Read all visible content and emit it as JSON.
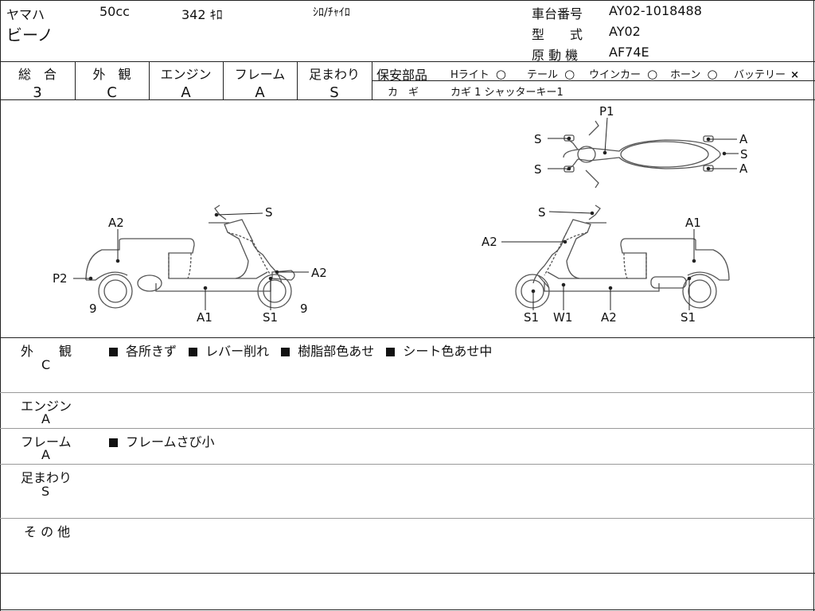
{
  "header": {
    "maker": "ヤマハ",
    "cc": "50cc",
    "mileage": "342 ｷﾛ",
    "color": "ｼﾛ/ﾁｬｲﾛ",
    "model_name": "ビーノ",
    "frame_no_label": "車台番号",
    "frame_no": "AY02-1018488",
    "type_label": "型　　式",
    "type_value": "AY02",
    "engine_label": "原 動 機",
    "engine_value": "AF74E"
  },
  "grades": [
    {
      "label": "総　合",
      "value": "3"
    },
    {
      "label": "外　観",
      "value": "C"
    },
    {
      "label": "エンジン",
      "value": "A"
    },
    {
      "label": "フレーム",
      "value": "A"
    },
    {
      "label": "足まわり",
      "value": "S"
    }
  ],
  "safety": {
    "title": "保安部品",
    "items": [
      {
        "name": "Hライト",
        "status": "○"
      },
      {
        "name": "テール",
        "status": "○"
      },
      {
        "name": "ウインカー",
        "status": "○"
      },
      {
        "name": "ホーン",
        "status": "○"
      },
      {
        "name": "バッテリー",
        "status": "×"
      }
    ],
    "key_label": "カ　ギ",
    "key_value": "カギ 1  シャッターキー1"
  },
  "diagram": {
    "left_labels": {
      "a2": "A2",
      "s": "S",
      "p2": "P2",
      "a2b": "A2",
      "nine1": "9",
      "a1": "A1",
      "s1": "S1",
      "nine2": "9"
    },
    "right_labels": {
      "s": "S",
      "a1": "A1",
      "a2": "A2",
      "s1": "S1",
      "w1": "W1",
      "a2b": "A2",
      "s1b": "S1"
    },
    "top_labels": {
      "p1": "P1",
      "s1": "S",
      "s2": "S",
      "a1": "A",
      "s3": "S",
      "a2": "A"
    }
  },
  "remarks": [
    {
      "label": "外　　観",
      "grade": "C",
      "items": [
        "各所きず",
        "レバー削れ",
        "樹脂部色あせ",
        "シート色あせ中"
      ]
    },
    {
      "label": "エンジン",
      "grade": "A",
      "items": []
    },
    {
      "label": "フレーム",
      "grade": "A",
      "items": [
        "フレームさび小"
      ]
    },
    {
      "label": "足まわり",
      "grade": "S",
      "items": []
    },
    {
      "label": "そ の 他",
      "grade": "",
      "items": []
    }
  ]
}
